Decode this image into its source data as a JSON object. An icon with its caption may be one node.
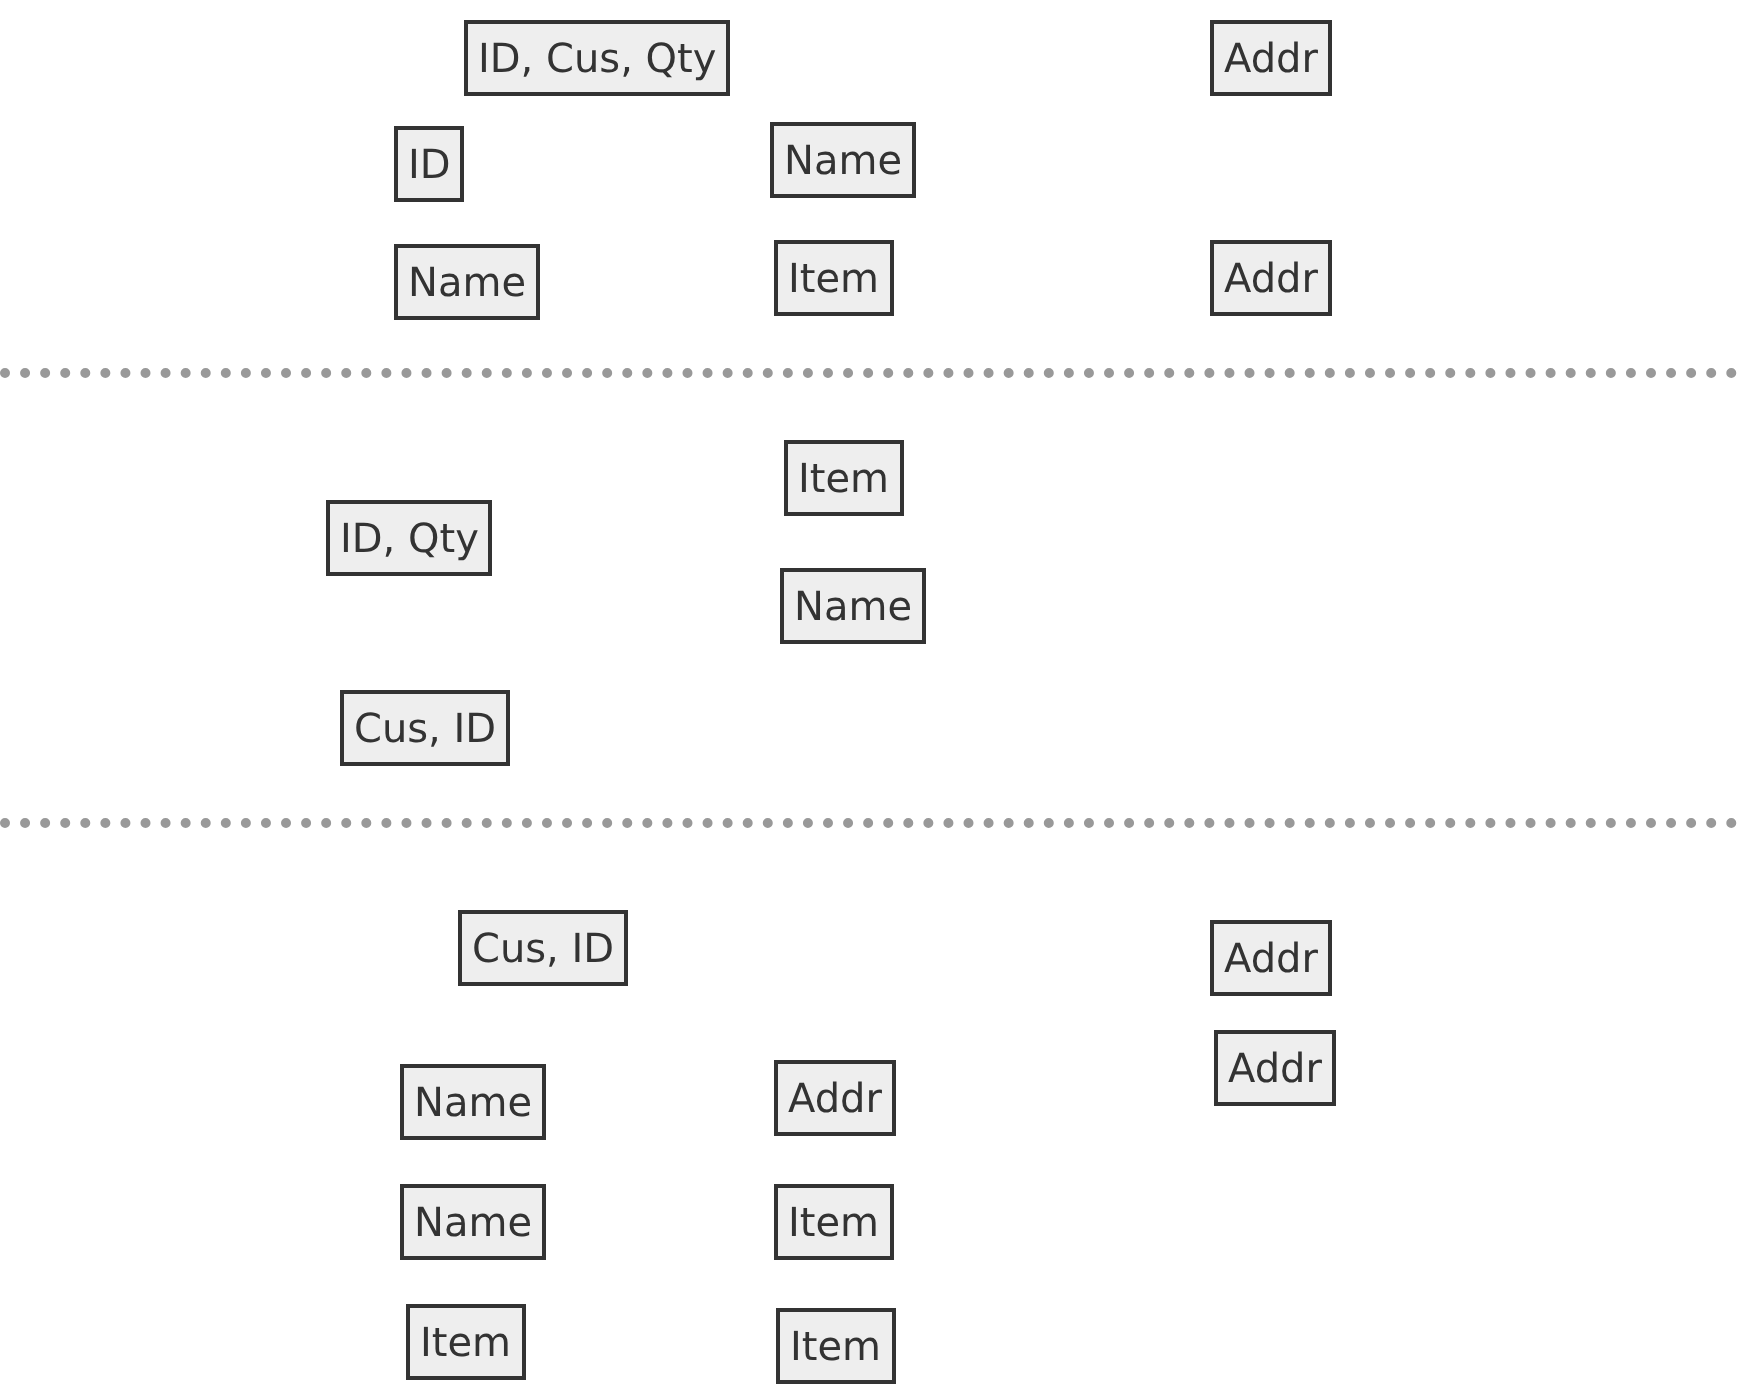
{
  "diagram": {
    "nodes": [
      {
        "text": [
          "ID, Cus, Qty"
        ]
      },
      {
        "text": [
          "Addr"
        ]
      },
      {
        "text": [
          "ID"
        ]
      },
      {
        "text": [
          "Name"
        ]
      },
      {
        "text": [
          "Name"
        ]
      },
      {
        "text": [
          "Item"
        ]
      },
      {
        "text": [
          "Addr"
        ]
      },
      {
        "text": [
          "Item"
        ]
      },
      {
        "text": [
          "ID, Qty"
        ]
      },
      {
        "text": [
          "Name"
        ]
      },
      {
        "text": [
          "Cus, ID"
        ]
      },
      {
        "text": [
          "Cus, ID"
        ]
      },
      {
        "text": [
          "Addr"
        ]
      },
      {
        "text": [
          "Addr"
        ]
      },
      {
        "text": [
          "Name"
        ]
      },
      {
        "text": [
          "Addr"
        ]
      },
      {
        "text": [
          "Name"
        ]
      },
      {
        "text": [
          "Item"
        ]
      },
      {
        "text": [
          "Item"
        ]
      },
      {
        "text": [
          "Item"
        ]
      }
    ]
  }
}
